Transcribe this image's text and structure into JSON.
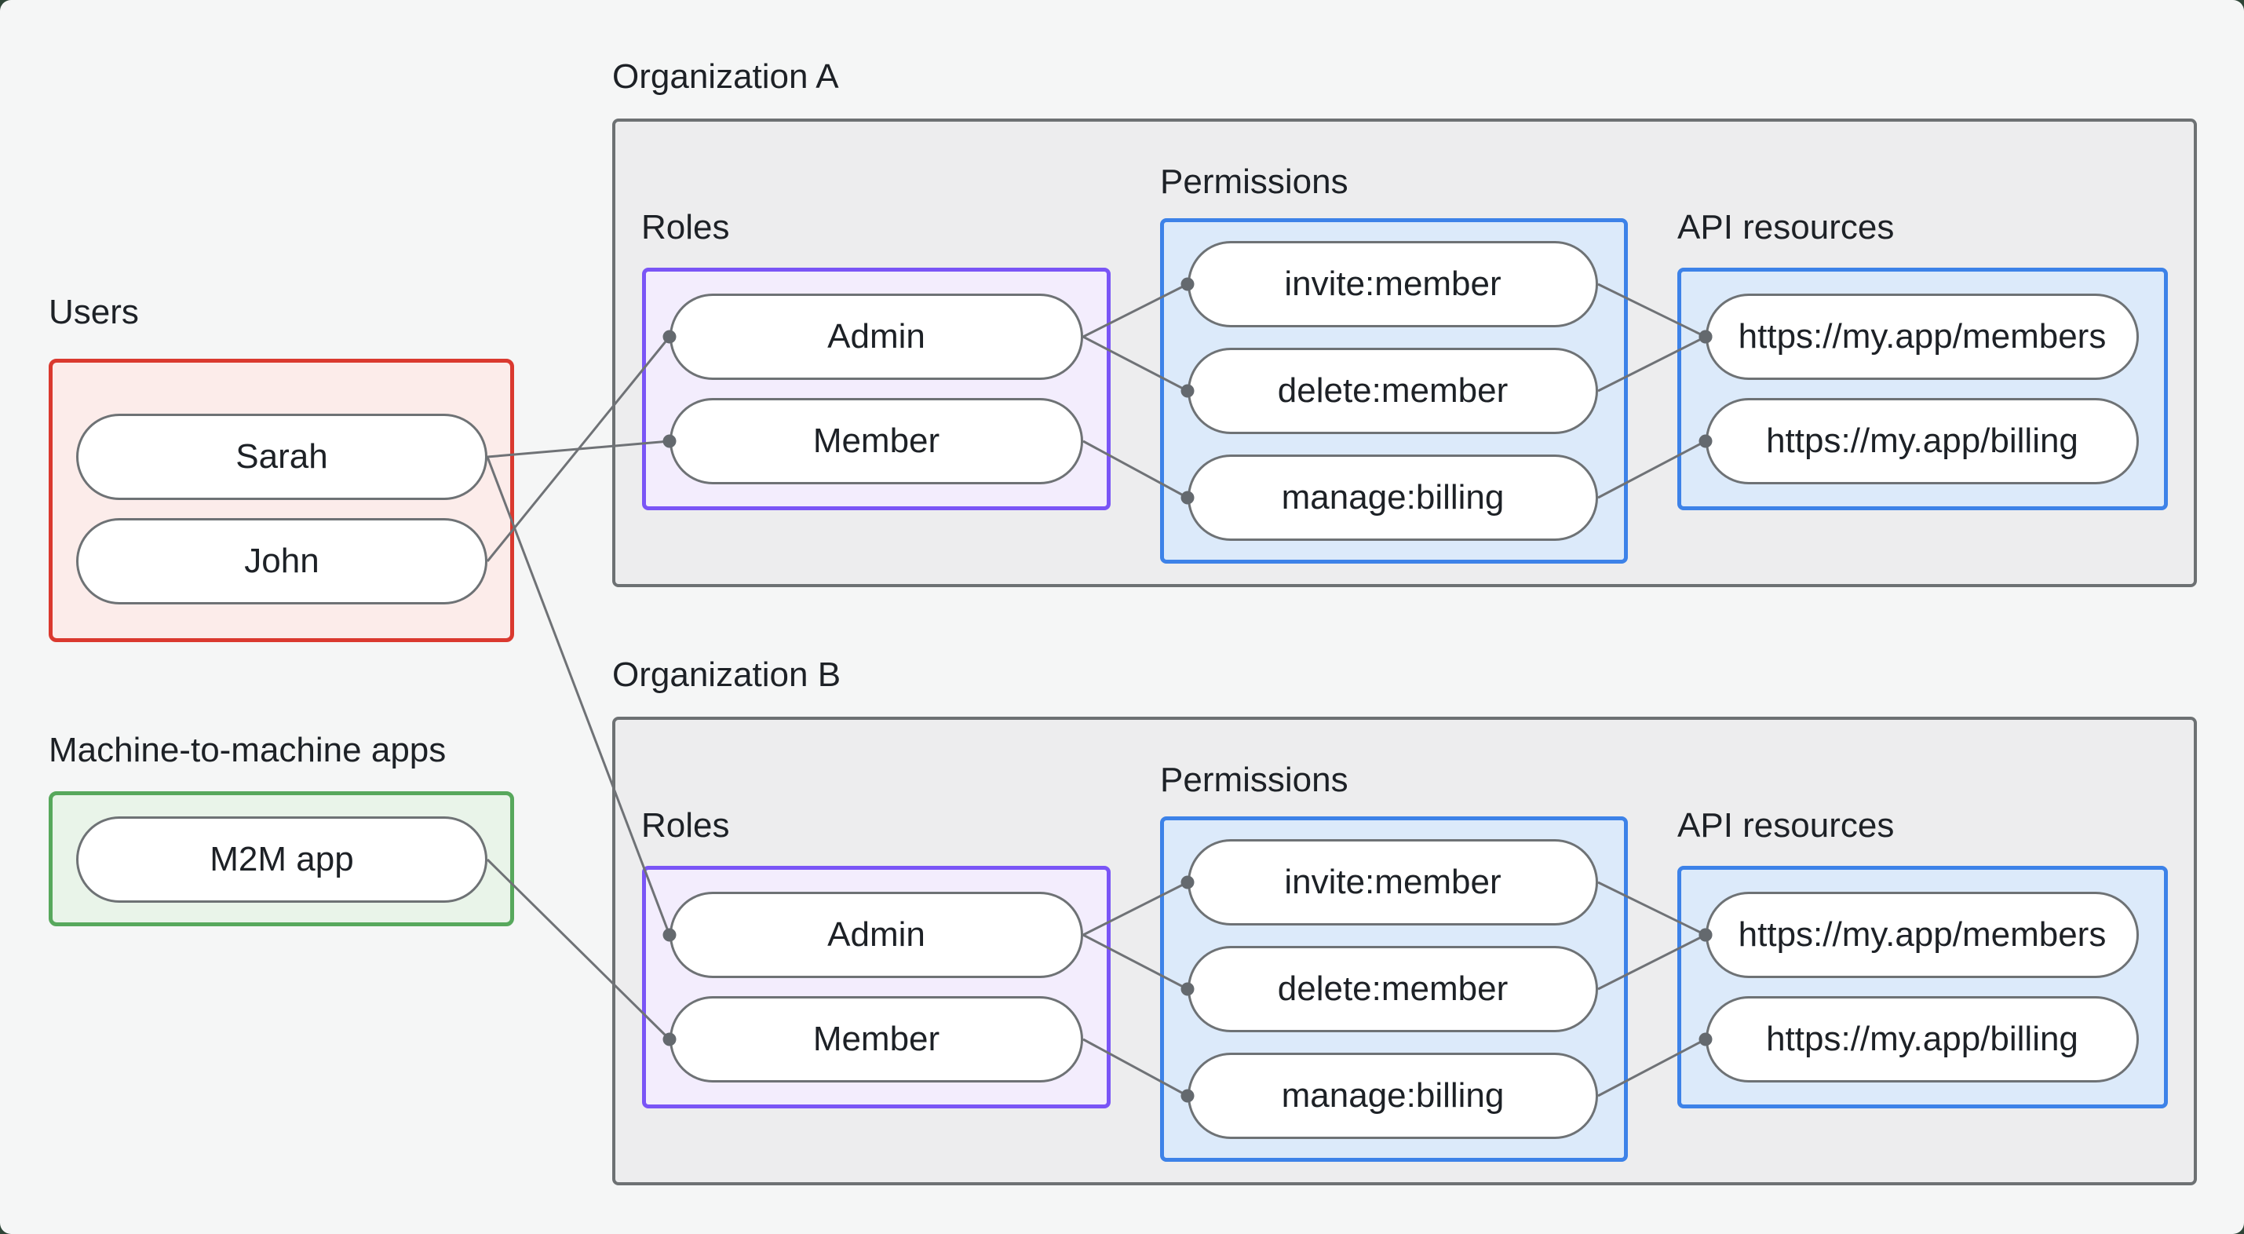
{
  "colors": {
    "page_bg": "#f5f6f6",
    "backdrop": "#2e4537",
    "text": "#1d2126",
    "org_fill": "#ededee",
    "org_border": "#6d7173",
    "red_border": "#da392f",
    "red_fill": "#fcecea",
    "green_border": "#57a85c",
    "green_fill": "#e9f4e9",
    "purple_border": "#7a55f6",
    "purple_fill": "#f3edfd",
    "blue_border": "#3d82e8",
    "blue_fill": "#dceafa",
    "pill_border": "#6e7275",
    "edge_line": "#6f7276",
    "edge_dot": "#64696e"
  },
  "users_group": {
    "label": "Users",
    "nodes": {
      "sarah": "Sarah",
      "john": "John"
    }
  },
  "m2m_group": {
    "label": "Machine-to-machine apps",
    "nodes": {
      "m2m": "M2M app"
    }
  },
  "org_a": {
    "title": "Organization A",
    "roles": {
      "label": "Roles",
      "admin": "Admin",
      "member": "Member"
    },
    "permissions": {
      "label": "Permissions",
      "invite": "invite:member",
      "delete": "delete:member",
      "manage": "manage:billing"
    },
    "api": {
      "label": "API resources",
      "members": "https://my.app/members",
      "billing": "https://my.app/billing"
    }
  },
  "org_b": {
    "title": "Organization B",
    "roles": {
      "label": "Roles",
      "admin": "Admin",
      "member": "Member"
    },
    "permissions": {
      "label": "Permissions",
      "invite": "invite:member",
      "delete": "delete:member",
      "manage": "manage:billing"
    },
    "api": {
      "label": "API resources",
      "members": "https://my.app/members",
      "billing": "https://my.app/billing"
    }
  },
  "edges": [
    [
      "sarah",
      "memberA"
    ],
    [
      "john",
      "adminA"
    ],
    [
      "sarah",
      "adminB"
    ],
    [
      "m2m",
      "memberB"
    ],
    [
      "adminA",
      "inviteA"
    ],
    [
      "adminA",
      "deleteA"
    ],
    [
      "memberA",
      "manageA"
    ],
    [
      "inviteA",
      "membersA"
    ],
    [
      "deleteA",
      "membersA"
    ],
    [
      "manageA",
      "billingA"
    ],
    [
      "adminB",
      "inviteB"
    ],
    [
      "adminB",
      "deleteB"
    ],
    [
      "memberB",
      "manageB"
    ],
    [
      "inviteB",
      "membersB"
    ],
    [
      "deleteB",
      "membersB"
    ],
    [
      "manageB",
      "billingB"
    ]
  ]
}
